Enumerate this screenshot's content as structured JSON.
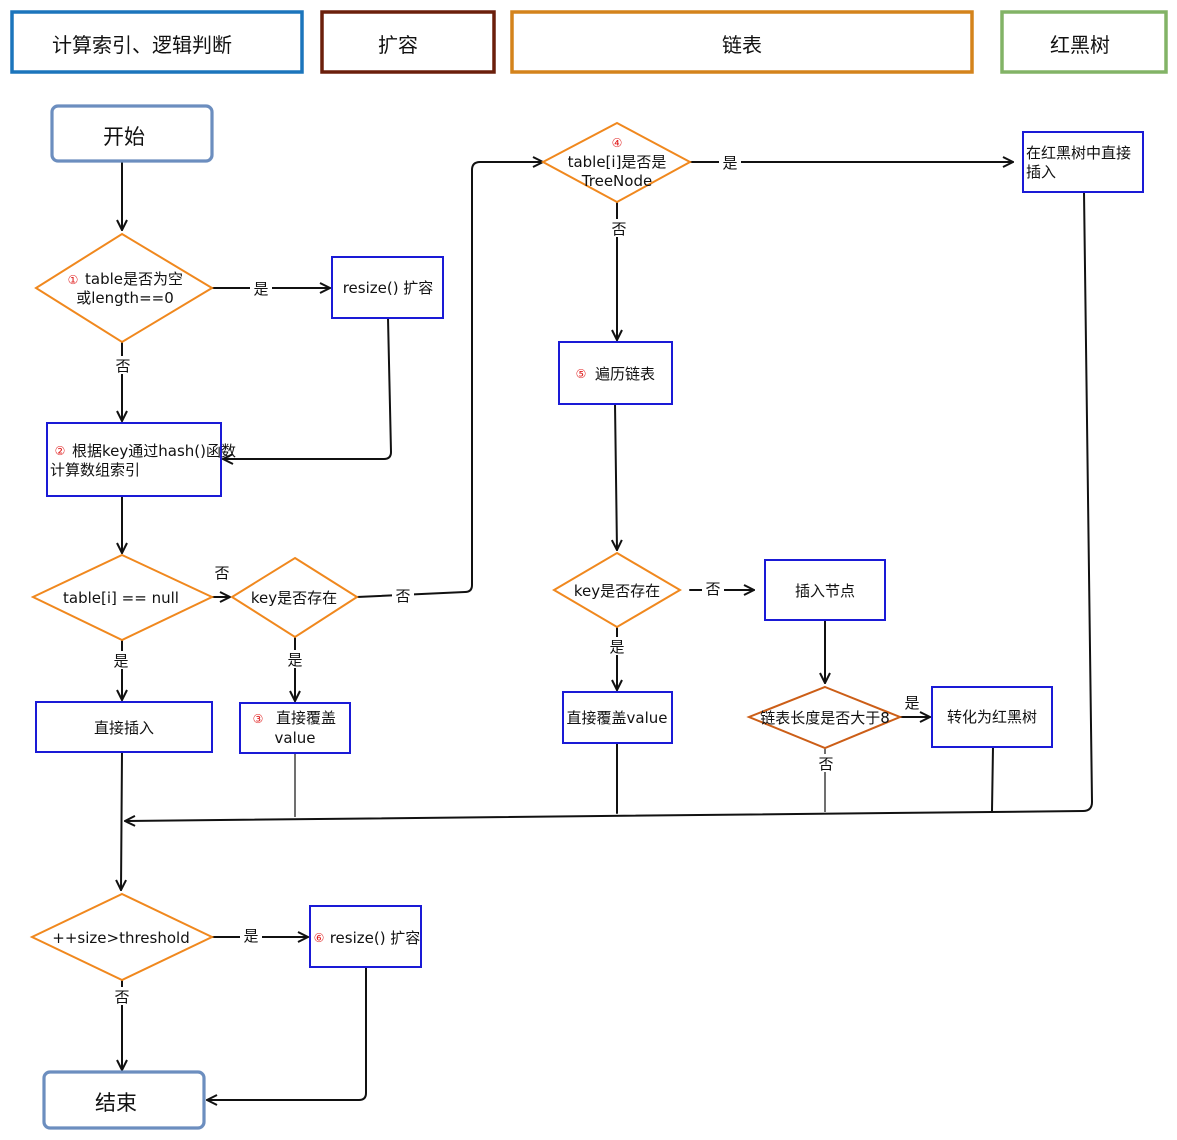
{
  "legend": {
    "index": "计算索引、逻辑判断",
    "resize": "扩容",
    "linked_list": "链表",
    "rb_tree": "红黑树",
    "colors": {
      "index": "#1b75bc",
      "resize": "#6b1f0b",
      "linked_list": "#d4831c",
      "rb_tree": "#82b366"
    }
  },
  "nodes": {
    "start": "开始",
    "d1_mark": "①",
    "d1_line1": "table是否为空",
    "d1_line2": "或length==0",
    "resize1": "resize() 扩容",
    "p2_mark": "②",
    "p2_line1": "根据key通过hash()函数",
    "p2_line2": "计算数组索引",
    "d_null": "table[i] == null",
    "d_key1": "key是否存在",
    "direct_insert": "直接插入",
    "p3_mark": "③",
    "p3_line1": "直接覆盖",
    "p3_line2": "value",
    "d4_mark": "④",
    "d4_line1": "table[i]是否是",
    "d4_line2": "TreeNode",
    "rb_insert_line1": "在红黑树中直接",
    "rb_insert_line2": "插入",
    "p5_mark": "⑤",
    "p5_text": "遍历链表",
    "d_key2": "key是否存在",
    "insert_node": "插入节点",
    "direct_cover": "直接覆盖value",
    "d_len": "链表长度是否大于8",
    "to_rbtree": "转化为红黑树",
    "d_size": "++size>threshold",
    "p6_mark": "⑥",
    "p6_text": "resize() 扩容",
    "end": "结束"
  },
  "edge_labels": {
    "yes": "是",
    "no": "否"
  }
}
